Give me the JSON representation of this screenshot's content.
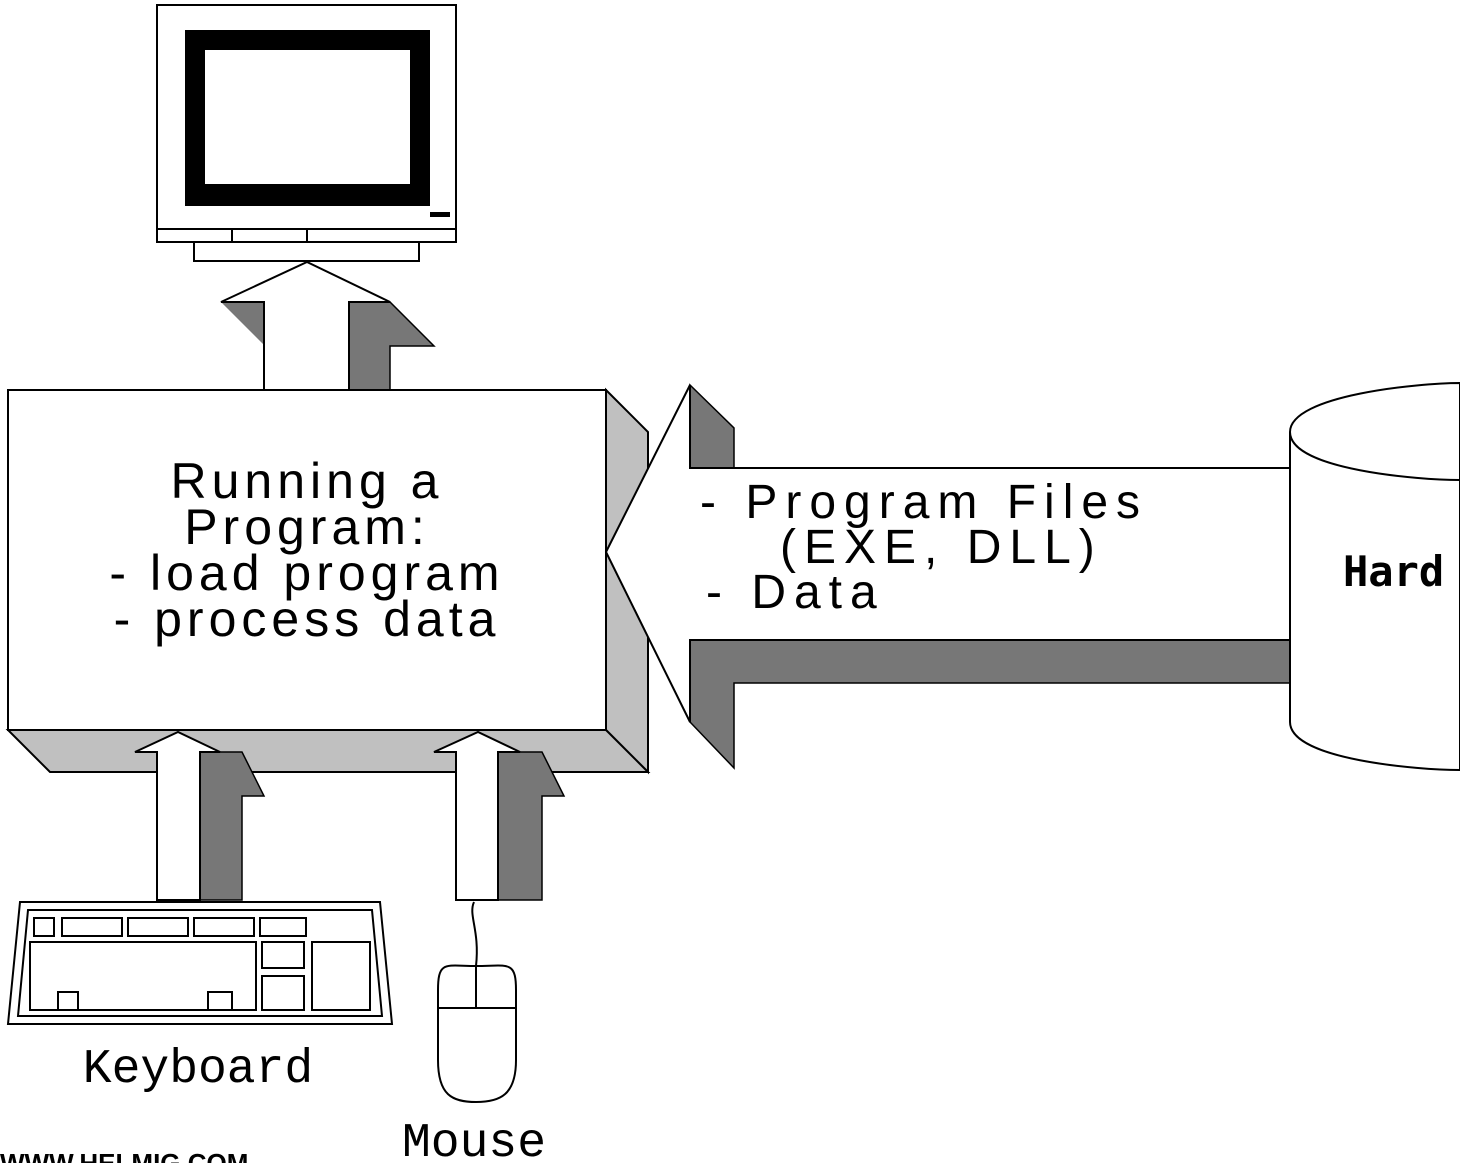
{
  "process_box": {
    "lines": [
      "Running a",
      "Program:",
      "- load program",
      "- process data"
    ]
  },
  "transfer_arrow": {
    "lines": [
      "- Program Files",
      "(EXE, DLL)",
      "- Data"
    ]
  },
  "hard_disk": {
    "label": "Hard"
  },
  "keyboard": {
    "label": "Keyboard"
  },
  "mouse": {
    "label": "Mouse"
  },
  "footer": {
    "credit": "WWW.HELMIG.COM"
  },
  "colors": {
    "outline": "#000000",
    "shadow_dark": "#777777",
    "shadow_light": "#c0c0c0",
    "fill": "#ffffff"
  }
}
